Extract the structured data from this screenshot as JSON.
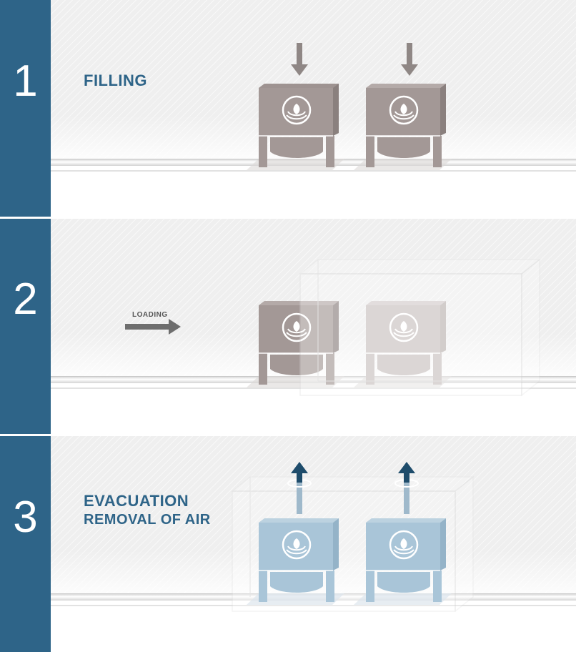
{
  "steps": [
    {
      "number": "1",
      "title": "FILLING",
      "subtitle": ""
    },
    {
      "number": "2",
      "title": "",
      "subtitle": "",
      "arrow_label": "LOADING"
    },
    {
      "number": "3",
      "title": "EVACUATION",
      "subtitle": "REMOVAL OF AIR"
    }
  ],
  "colors": {
    "sidebar": "#2e6488",
    "title_text": "#2e6488",
    "container_gray": "#a39896",
    "container_blue": "#a9c5d8",
    "arrow_gray": "#8f8785",
    "arrow_navy": "#1e4c6b",
    "loading_arrow": "#6e6e6e"
  },
  "icons": [
    "down-arrow-icon",
    "right-arrow-icon",
    "up-arrow-icon",
    "leaf-logo-icon"
  ]
}
